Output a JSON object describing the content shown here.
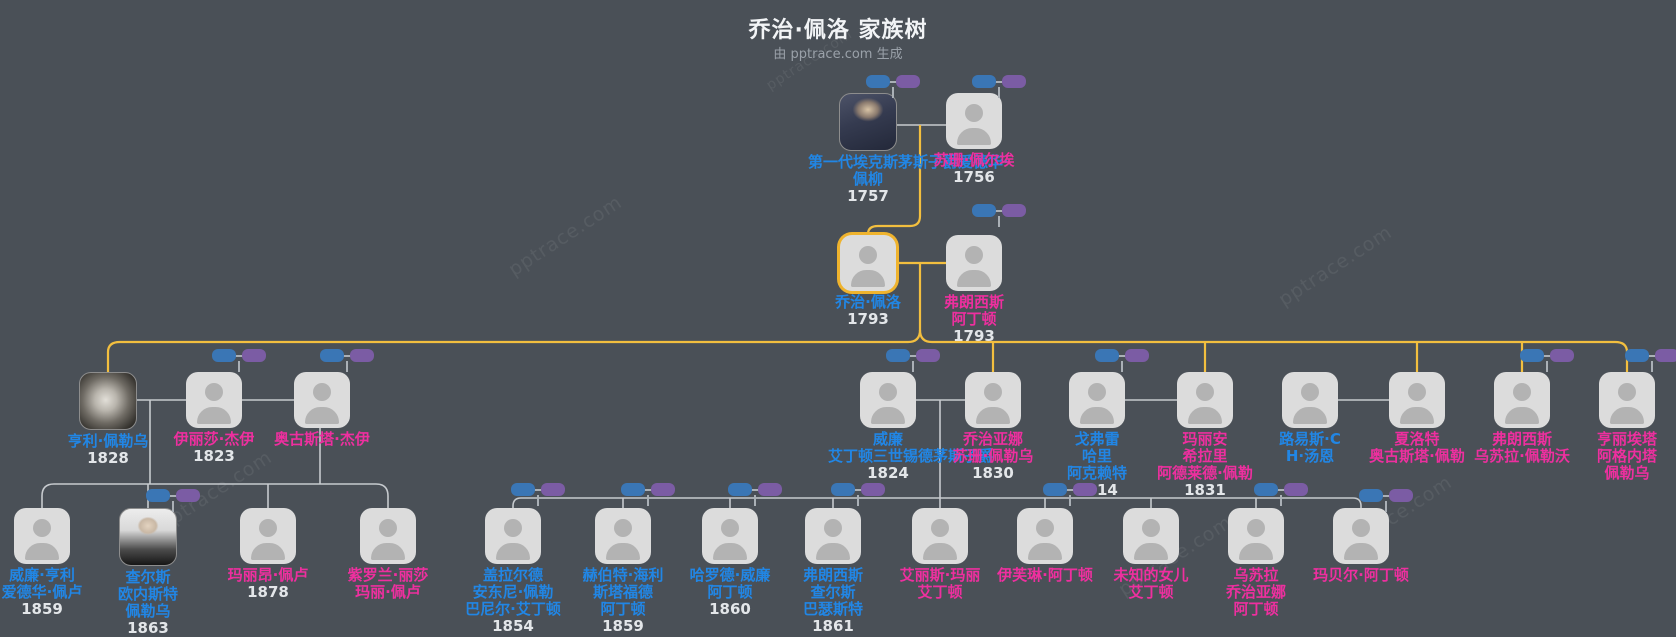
{
  "header": {
    "title": "乔治·佩洛 家族树",
    "subtitle": "由 pptrace.com 生成"
  },
  "watermark": "pptrace.com",
  "colors": {
    "background": "#4a5057",
    "male_name": "#2186e5",
    "female_name": "#ee2f9f",
    "year_text": "#e3e6e9",
    "highlight_border": "#efb32d",
    "lineage_line": "#f3bf3f",
    "connector_line": "#cdd1d5",
    "father_chip": "#3a76b5",
    "mother_chip": "#7b5ca4"
  },
  "persons": [
    {
      "lines": [
        "第一代埃克斯茅斯子爵爱德华·",
        "佩柳"
      ],
      "year": "1757",
      "gender": "male",
      "photo": "oil-portrait"
    },
    {
      "lines": [
        "苏珊·佩尔埃"
      ],
      "year": "1756",
      "gender": "female"
    },
    {
      "lines": [
        "乔治·佩洛"
      ],
      "year": "1793",
      "gender": "male",
      "highlighted": true
    },
    {
      "lines": [
        "弗朗西斯",
        "阿丁顿"
      ],
      "year": "1793",
      "gender": "female"
    },
    {
      "lines": [
        "亨利·佩勒乌"
      ],
      "year": "1828",
      "gender": "male",
      "photo": "grainy-photo"
    },
    {
      "lines": [
        "伊丽莎·杰伊"
      ],
      "year": "1823",
      "gender": "female"
    },
    {
      "lines": [
        "奥古斯塔·杰伊"
      ],
      "year": "",
      "gender": "female"
    },
    {
      "lines": [
        "威廉",
        "艾丁顿三世锡德茅斯子爵"
      ],
      "year": "1824",
      "gender": "male"
    },
    {
      "lines": [
        "乔治亚娜",
        "苏珊·佩勒乌"
      ],
      "year": "1830",
      "gender": "female"
    },
    {
      "lines": [
        "戈弗雷",
        "哈里",
        "阿克赖特"
      ],
      "year": "1814",
      "gender": "male"
    },
    {
      "lines": [
        "玛丽安",
        "希拉里",
        "阿德莱德·佩勒"
      ],
      "year": "1831",
      "gender": "female"
    },
    {
      "lines": [
        "路易斯·C",
        "H·汤恩"
      ],
      "year": "",
      "gender": "male"
    },
    {
      "lines": [
        "夏洛特",
        "奥古斯塔·佩勒"
      ],
      "year": "",
      "gender": "female"
    },
    {
      "lines": [
        "弗朗西斯",
        "乌苏拉·佩勒沃"
      ],
      "year": "",
      "gender": "female"
    },
    {
      "lines": [
        "亨丽埃塔",
        "阿格内塔",
        "佩勒乌"
      ],
      "year": "",
      "gender": "female"
    },
    {
      "lines": [
        "威廉·亨利",
        "爱德华·佩卢"
      ],
      "year": "1859",
      "gender": "male"
    },
    {
      "lines": [
        "查尔斯",
        "欧内斯特",
        "佩勒乌"
      ],
      "year": "1863",
      "gender": "male",
      "photo": "studio-portrait"
    },
    {
      "lines": [
        "玛丽昂·佩卢"
      ],
      "year": "1878",
      "gender": "female"
    },
    {
      "lines": [
        "紫罗兰·丽莎",
        "玛丽·佩卢"
      ],
      "year": "",
      "gender": "female"
    },
    {
      "lines": [
        "盖拉尔德",
        "安东尼·佩勒",
        "巴尼尔·艾丁顿"
      ],
      "year": "1854",
      "gender": "male"
    },
    {
      "lines": [
        "赫伯特·海利",
        "斯塔福德",
        "阿丁顿"
      ],
      "year": "1859",
      "gender": "male"
    },
    {
      "lines": [
        "哈罗德·威廉",
        "阿丁顿"
      ],
      "year": "1860",
      "gender": "male"
    },
    {
      "lines": [
        "弗朗西斯",
        "查尔斯",
        "巴瑟斯特"
      ],
      "year": "1861",
      "gender": "male"
    },
    {
      "lines": [
        "艾丽斯·玛丽",
        "艾丁顿"
      ],
      "year": "",
      "gender": "female"
    },
    {
      "lines": [
        "伊芙琳·阿丁顿"
      ],
      "year": "",
      "gender": "female"
    },
    {
      "lines": [
        "未知的女儿",
        "艾丁顿"
      ],
      "year": "",
      "gender": "female"
    },
    {
      "lines": [
        "乌苏拉",
        "乔治亚娜",
        "阿丁顿"
      ],
      "year": "",
      "gender": "female"
    },
    {
      "lines": [
        "玛贝尔·阿丁顿"
      ],
      "year": "",
      "gender": "female"
    }
  ]
}
